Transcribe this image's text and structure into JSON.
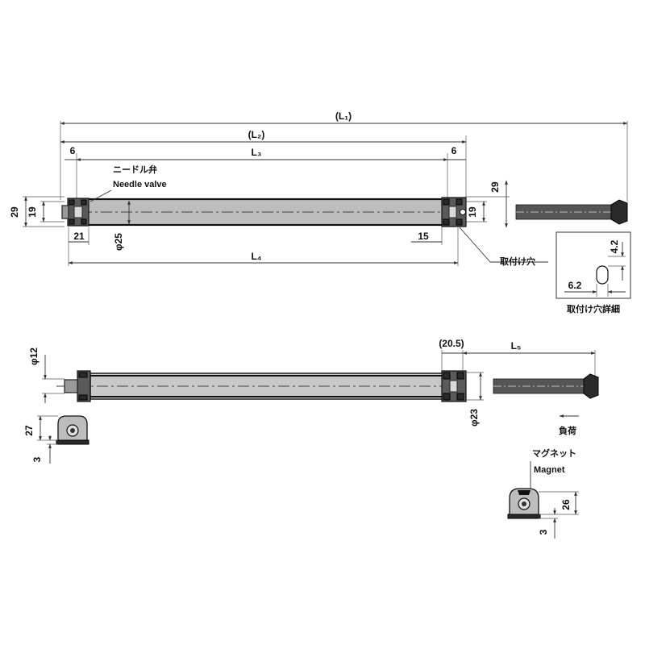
{
  "labels": {
    "L1": "(L₁)",
    "L2": "(L₂)",
    "L3": "L₃",
    "L4": "L₄",
    "L5": "L₅",
    "d6_left": "6",
    "d6_right": "6",
    "d29_left": "29",
    "d19_left": "19",
    "d21": "21",
    "phi25": "φ25",
    "d15": "15",
    "d29_right": "29",
    "d19_right": "19",
    "needle_jp": "ニードル弁",
    "needle_en": "Needle valve",
    "mount_hole": "取付け穴",
    "detail_42": "4.2",
    "detail_62": "6.2",
    "mount_detail": "取付け穴詳細",
    "phi12": "φ12",
    "d27": "27",
    "d3_left": "3",
    "d205": "(20.5)",
    "phi23": "φ23",
    "load": "負荷",
    "magnet_jp": "マグネット",
    "magnet_en": "Magnet",
    "d26": "26",
    "d3_right": "3"
  }
}
